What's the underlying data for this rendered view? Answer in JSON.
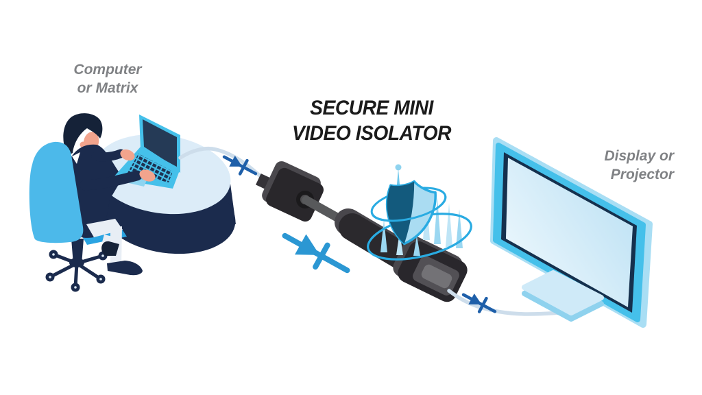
{
  "scene": {
    "title": "SECURE MINI\nVIDEO ISOLATOR",
    "source_label": "Computer\nor Matrix",
    "sink_label": "Display or\nProjector"
  },
  "colors": {
    "accent_cyan": "#29abe2",
    "chair_blue": "#4cb9ea",
    "bright_blue": "#2aa4e2",
    "navy": "#1b2b4d",
    "desk_top_blue": "#dcecf8",
    "device_black": "#29272c",
    "device_gray": "#58595b",
    "diode_blue": "#2b97d3",
    "diode_dark_blue": "#1e5fa9",
    "cable_light": "#cdddeb",
    "label_gray": "#808285",
    "title_black": "#1b1b1b",
    "skin": "#f2a48d",
    "shield_dark": "#135a7d",
    "shield_light": "#aadcf2"
  },
  "icons": [
    {
      "name": "person-at-desk-icon"
    },
    {
      "name": "laptop-icon"
    },
    {
      "name": "diode-icon"
    },
    {
      "name": "isolator-device-icon"
    },
    {
      "name": "shield-icon"
    },
    {
      "name": "monitor-icon"
    }
  ]
}
